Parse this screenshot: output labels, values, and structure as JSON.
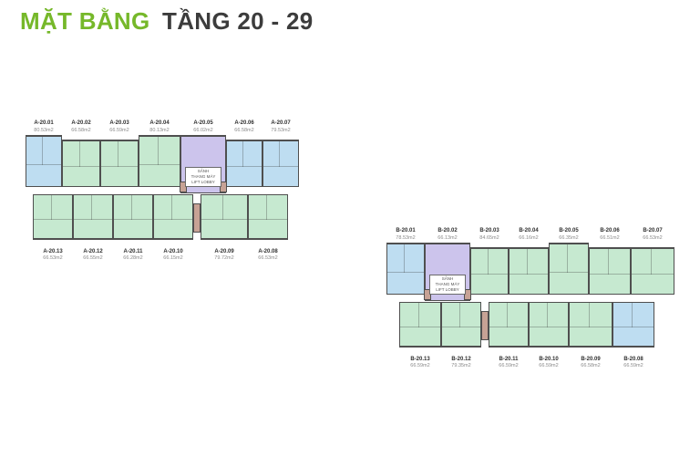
{
  "page": {
    "title_highlight": "MẶT BẰNG",
    "title_rest": "TẦNG 20 - 29"
  },
  "colors": {
    "title_green": "#76B82A",
    "title_dark": "#3C3C3C",
    "unit_green": "#C6E9D0",
    "unit_blue": "#BEDDF1",
    "unit_purple": "#CCC4EC",
    "core_brown": "#C7A295",
    "wall": "#4F4F4F"
  },
  "block_a": {
    "core": {
      "line1": "SẢNH",
      "line2": "THANG MÁY",
      "line3": "LIFT LOBBY"
    },
    "top_units": [
      {
        "code": "A-20.01",
        "area": "80.53m2"
      },
      {
        "code": "A-20.02",
        "area": "66.58m2"
      },
      {
        "code": "A-20.03",
        "area": "66.59m2"
      },
      {
        "code": "A-20.04",
        "area": "80.13m2"
      },
      {
        "code": "A-20.05",
        "area": "66.02m2"
      },
      {
        "code": "A-20.06",
        "area": "66.58m2"
      },
      {
        "code": "A-20.07",
        "area": "79.53m2"
      }
    ],
    "bottom_units": [
      {
        "code": "A-20.13",
        "area": "66.53m2"
      },
      {
        "code": "A-20.12",
        "area": "66.55m2"
      },
      {
        "code": "A-20.11",
        "area": "66.28m2"
      },
      {
        "code": "A-20.10",
        "area": "66.15m2"
      },
      {
        "code": "A-20.09",
        "area": "79.72m2"
      },
      {
        "code": "A-20.08",
        "area": "66.53m2"
      }
    ]
  },
  "block_b": {
    "core": {
      "line1": "SẢNH",
      "line2": "THANG MÁY",
      "line3": "LIFT LOBBY"
    },
    "top_units": [
      {
        "code": "B-20.01",
        "area": "78.53m2"
      },
      {
        "code": "B-20.02",
        "area": "66.13m2"
      },
      {
        "code": "B-20.03",
        "area": "84.65m2"
      },
      {
        "code": "B-20.04",
        "area": "66.16m2"
      },
      {
        "code": "B-20.05",
        "area": "66.35m2"
      },
      {
        "code": "B-20.06",
        "area": "66.51m2"
      },
      {
        "code": "B-20.07",
        "area": "66.53m2"
      }
    ],
    "bottom_units": [
      {
        "code": "B-20.13",
        "area": "66.59m2"
      },
      {
        "code": "B-20.12",
        "area": "79.35m2"
      },
      {
        "code": "B-20.11",
        "area": "66.59m2"
      },
      {
        "code": "B-20.10",
        "area": "66.59m2"
      },
      {
        "code": "B-20.09",
        "area": "66.58m2"
      },
      {
        "code": "B-20.08",
        "area": "66.59m2"
      }
    ]
  }
}
